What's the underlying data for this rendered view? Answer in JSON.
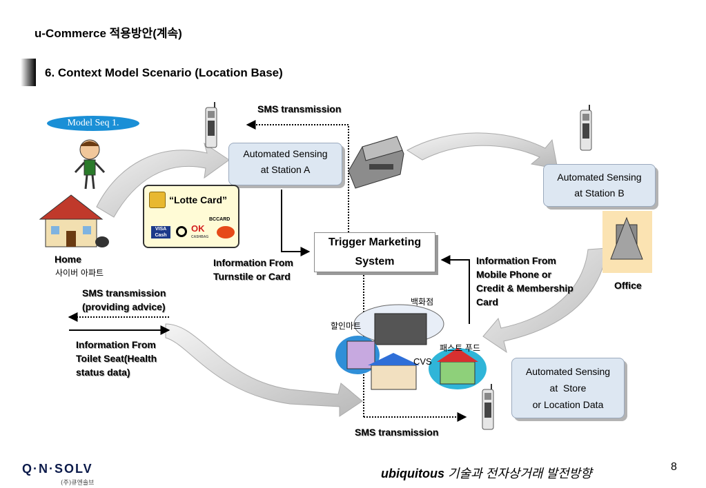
{
  "header": {
    "title": "u-Commerce 적용방안(계속)",
    "subtitle": "6. Context Model Scenario (Location Base)"
  },
  "diagram": {
    "model_seq": "Model Seq 1.",
    "sms_top": "SMS transmission",
    "sms_bottom": "SMS transmission",
    "station_a": [
      "Automated Sensing",
      "at Station A"
    ],
    "station_b": [
      "Automated Sensing",
      "at Station B"
    ],
    "store": [
      "Automated Sensing",
      "at  Store",
      "or Location Data"
    ],
    "tms": [
      "Trigger Marketing",
      "System"
    ],
    "lotte_card": "“Lotte Card”",
    "card_logos": [
      "BCCARD",
      "VISA",
      "Cash",
      "OK",
      "CASHBAG"
    ],
    "home_label": "Home",
    "home_kor": "사이버 아파트",
    "office_label": "Office",
    "info_turnstile": [
      "Information From",
      "Turnstile or Card"
    ],
    "info_mobile": [
      "Information From",
      "Mobile Phone or",
      "Credit & Membership",
      "Card"
    ],
    "sms_advice": [
      "SMS transmission",
      "(providing advice)"
    ],
    "info_toilet": [
      "Information From",
      "Toilet Seat(Health",
      "status data)"
    ],
    "dept_store": "백화점",
    "discount_mart": "할인마트",
    "fast_food": "패스트 푸드",
    "cvs": "CVS"
  },
  "footer": {
    "logo": "Q·N·SOLV",
    "logo_sub": "(주)큐엔솔브",
    "text_bold": "ubiquitous",
    "text_rest": " 기술과 전자상거래 발전방향",
    "page": "8"
  },
  "colors": {
    "box_fill": "#dde7f2",
    "seq_fill": "#1a8fd6"
  }
}
